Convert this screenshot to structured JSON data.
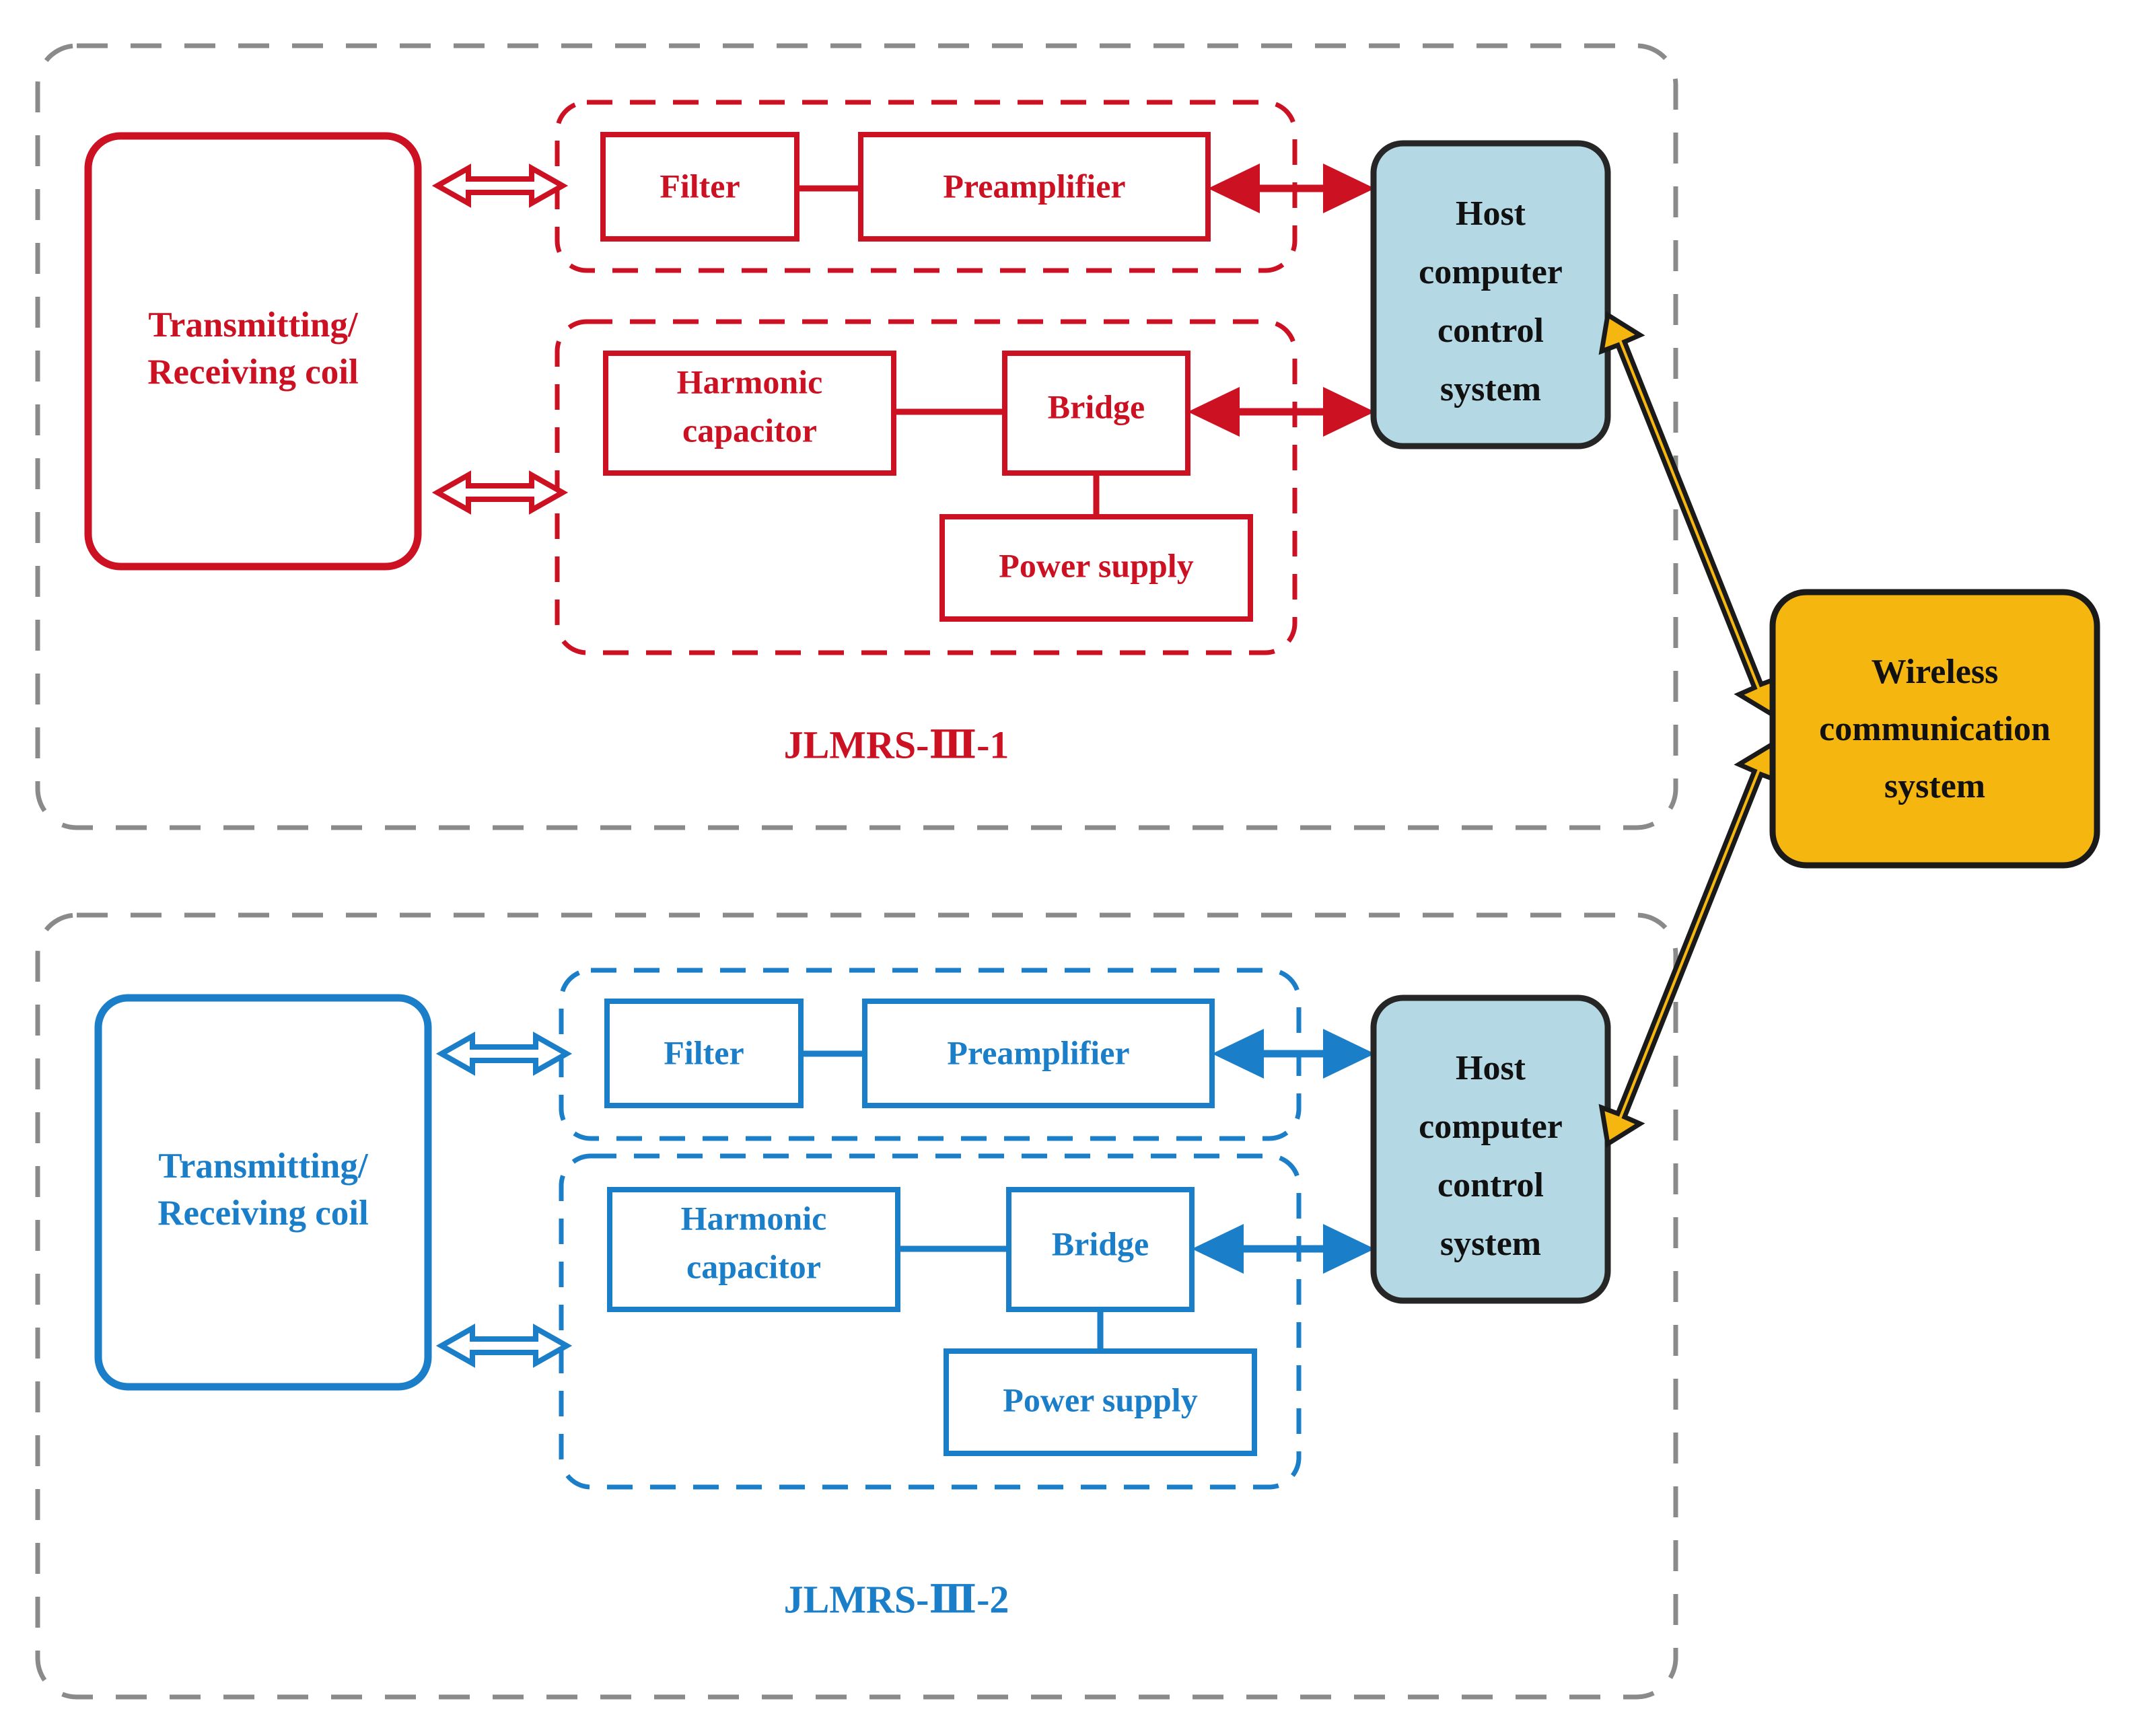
{
  "figure": {
    "kind": "system-block-diagram",
    "background": "#ffffff"
  },
  "colors": {
    "red": "#cc1122",
    "blue": "#1a7ec9",
    "gray_dash": "#8a8a8a",
    "host_fill": "#b4d9e4",
    "host_border": "#262626",
    "wireless_fill": "#f5b60f",
    "wireless_border": "#1a1a1a",
    "arrow_yellow": "#f5b60f",
    "text_black": "#111111"
  },
  "systems": [
    {
      "id": "jlmrs-3-1",
      "caption": "JLMRS-Ⅲ-1",
      "accent": "#cc1122",
      "coil": {
        "lines": [
          "Transmitting/",
          "Receiving coil"
        ]
      },
      "receive_group": {
        "blocks": [
          {
            "id": "filter",
            "label": "Filter"
          },
          {
            "id": "preamplifier",
            "label": "Preamplifier"
          }
        ]
      },
      "transmit_group": {
        "blocks": [
          {
            "id": "harmonic-capacitor",
            "lines": [
              "Harmonic",
              "capacitor"
            ]
          },
          {
            "id": "bridge",
            "label": "Bridge"
          },
          {
            "id": "power-supply",
            "label": "Power supply"
          }
        ]
      },
      "host": {
        "lines": [
          "Host",
          "computer",
          "control",
          "system"
        ]
      }
    },
    {
      "id": "jlmrs-3-2",
      "caption": "JLMRS-Ⅲ-2",
      "accent": "#1a7ec9",
      "coil": {
        "lines": [
          "Transmitting/",
          "Receiving coil"
        ]
      },
      "receive_group": {
        "blocks": [
          {
            "id": "filter",
            "label": "Filter"
          },
          {
            "id": "preamplifier",
            "label": "Preamplifier"
          }
        ]
      },
      "transmit_group": {
        "blocks": [
          {
            "id": "harmonic-capacitor",
            "lines": [
              "Harmonic",
              "capacitor"
            ]
          },
          {
            "id": "bridge",
            "label": "Bridge"
          },
          {
            "id": "power-supply",
            "label": "Power supply"
          }
        ]
      },
      "host": {
        "lines": [
          "Host",
          "computer",
          "control",
          "system"
        ]
      }
    }
  ],
  "wireless": {
    "id": "wireless-communication-system",
    "lines": [
      "Wireless",
      "communication",
      "system"
    ]
  },
  "connections": [
    {
      "from": "coil",
      "to": "receive-group",
      "style": "hollow-double-arrow",
      "color": "#cc1122"
    },
    {
      "from": "coil",
      "to": "transmit-group",
      "style": "hollow-double-arrow",
      "color": "#cc1122"
    },
    {
      "from": "filter",
      "to": "preamplifier",
      "style": "plain-line",
      "color": "#cc1122"
    },
    {
      "from": "preamplifier",
      "to": "host",
      "style": "solid-double-arrow",
      "color": "#cc1122"
    },
    {
      "from": "harmonic-capacitor",
      "to": "bridge",
      "style": "plain-line",
      "color": "#cc1122"
    },
    {
      "from": "bridge",
      "to": "host",
      "style": "solid-double-arrow",
      "color": "#cc1122"
    },
    {
      "from": "bridge",
      "to": "power-supply",
      "style": "plain-line",
      "color": "#cc1122"
    },
    {
      "from": "coil",
      "to": "receive-group",
      "style": "hollow-double-arrow",
      "color": "#1a7ec9"
    },
    {
      "from": "coil",
      "to": "transmit-group",
      "style": "hollow-double-arrow",
      "color": "#1a7ec9"
    },
    {
      "from": "filter",
      "to": "preamplifier",
      "style": "plain-line",
      "color": "#1a7ec9"
    },
    {
      "from": "preamplifier",
      "to": "host",
      "style": "solid-double-arrow",
      "color": "#1a7ec9"
    },
    {
      "from": "harmonic-capacitor",
      "to": "bridge",
      "style": "plain-line",
      "color": "#1a7ec9"
    },
    {
      "from": "bridge",
      "to": "host",
      "style": "solid-double-arrow",
      "color": "#1a7ec9"
    },
    {
      "from": "bridge",
      "to": "power-supply",
      "style": "plain-line",
      "color": "#1a7ec9"
    },
    {
      "from": "host-1",
      "to": "wireless",
      "style": "yellow-double-arrow",
      "color": "#f5b60f"
    },
    {
      "from": "host-2",
      "to": "wireless",
      "style": "yellow-double-arrow",
      "color": "#f5b60f"
    }
  ]
}
